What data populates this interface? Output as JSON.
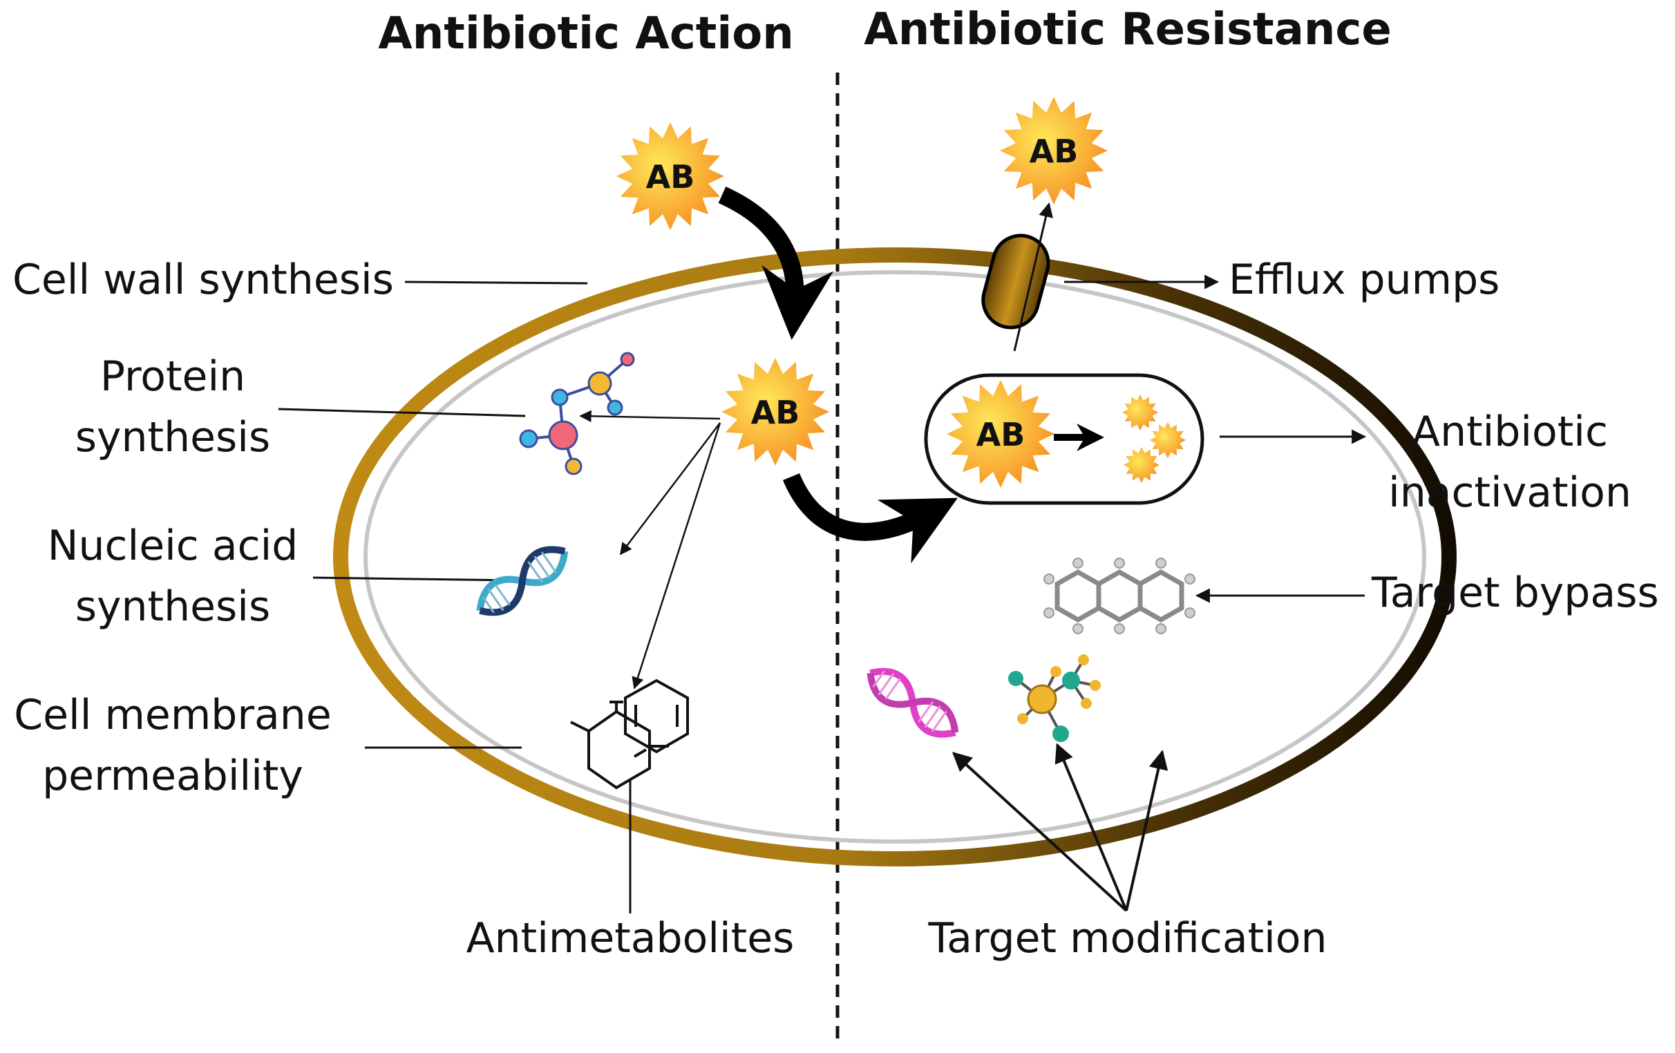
{
  "titles": {
    "action": "Antibiotic Action",
    "resistance": "Antibiotic Resistance"
  },
  "ab_label": "AB",
  "labels": {
    "cell_wall": "Cell wall synthesis",
    "protein_1": "Protein",
    "protein_2": "synthesis",
    "nucleic_1": "Nucleic acid",
    "nucleic_2": "synthesis",
    "membrane_1": "Cell membrane",
    "membrane_2": "permeability",
    "antimetabolites": "Antimetabolites",
    "efflux": "Efflux pumps",
    "inactivation_1": "Antibiotic",
    "inactivation_2": "inactivation",
    "bypass": "Target bypass",
    "modification": "Target modification"
  },
  "colors": {
    "wall_gold": "#B8860B",
    "wall_dark": "#1A1206",
    "star_inner": "#FFE14A",
    "star_outer": "#F7931E",
    "dna_blue": "#3FA9C9",
    "dna_navy": "#1F3A68",
    "dna_pink": "#E040C8"
  },
  "icons": [
    "sun-burst-icon",
    "molecule-icon",
    "dna-icon",
    "benzene-structure-icon",
    "efflux-pump-icon",
    "anthracene-icon"
  ]
}
